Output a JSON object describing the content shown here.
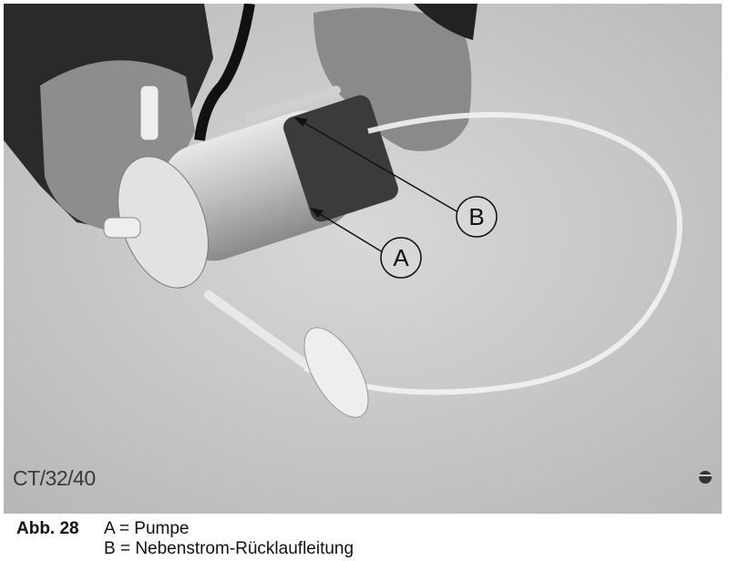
{
  "figure": {
    "photo_code": "CT/32/40",
    "callouts": {
      "a": "A",
      "b": "B"
    },
    "caption_label": "Abb. 28",
    "legend": [
      "A = Pumpe",
      "B = Nebenstrom-Rücklaufleitung"
    ]
  }
}
